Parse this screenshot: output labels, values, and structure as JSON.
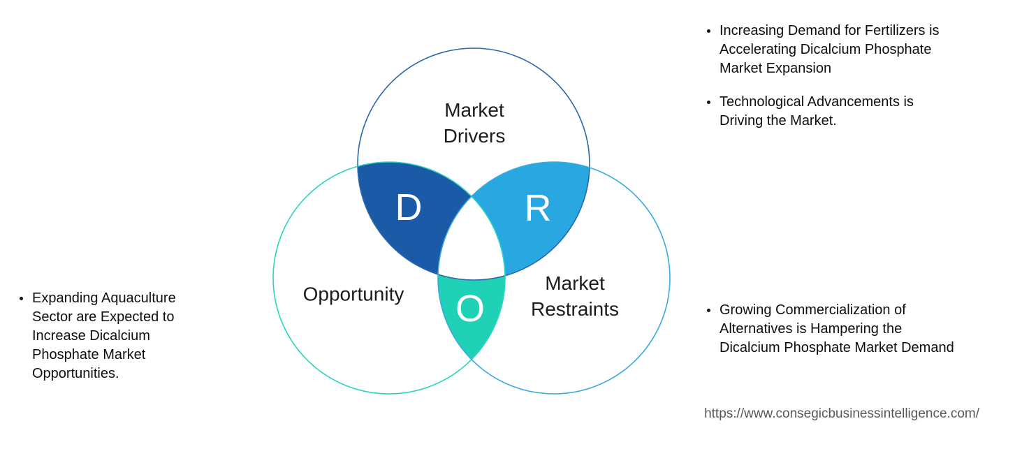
{
  "diagram": {
    "circles": {
      "drivers": {
        "label": "Market\nDrivers",
        "stroke": "#2A67AE"
      },
      "opportunity": {
        "label": "Opportunity",
        "stroke": "#2BD5C0"
      },
      "restraints": {
        "label": "Market\nRestraints",
        "stroke": "#3BA9E0"
      }
    },
    "regions": {
      "d": {
        "letter": "D",
        "color": "#1A5AA6"
      },
      "r": {
        "letter": "R",
        "color": "#29A7E1"
      },
      "o": {
        "letter": "O",
        "color": "#20D2B5"
      },
      "center_color": "#FFFFFF"
    }
  },
  "notes": {
    "left": {
      "bullet1": "Expanding Aquaculture\nSector are Expected to\nIncrease Dicalcium\nPhosphate Market\nOpportunities."
    },
    "top_right": {
      "bullet1": "Increasing Demand for Fertilizers is\nAccelerating Dicalcium Phosphate\nMarket Expansion",
      "bullet2": "Technological Advancements is\nDriving the Market."
    },
    "bottom_right": {
      "bullet1": "Growing Commercialization of\nAlternatives is Hampering the\nDicalcium Phosphate Market Demand"
    }
  },
  "footer": {
    "url": "https://www.consegicbusinessintelligence.com/"
  }
}
